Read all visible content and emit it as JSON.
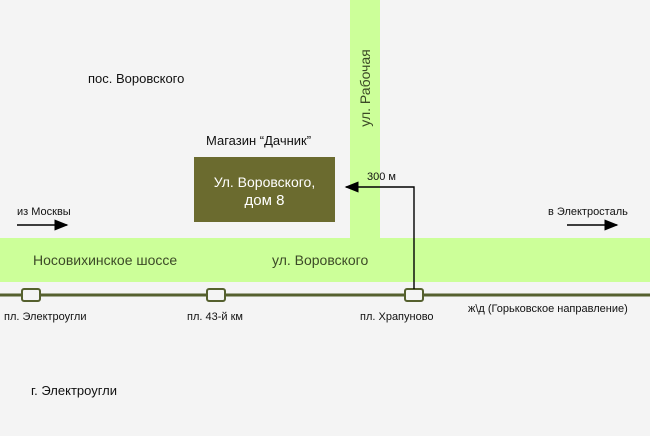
{
  "colors": {
    "background": "#f4f4f4",
    "road": "#ccff99",
    "store": "#6b6b2f",
    "railway": "#55602e"
  },
  "labels": {
    "village": "пос. Воровского",
    "town": "г. Электроугли",
    "store_title": "Магазин “Дачник”",
    "store_address_line1": "Ул. Воровского,",
    "store_address_line2": "дом 8",
    "from_moscow": "из Москвы",
    "to_elektrostal": "в Электросталь",
    "distance": "300 м"
  },
  "roads": {
    "highway": "Носовихинское шоссе",
    "vorovskogo": "ул. Воровского",
    "rabochaya": "ул. Рабочая"
  },
  "railway": {
    "name": "ж\\д (Горьковское направление)",
    "stations": [
      {
        "name": "пл. Электроугли"
      },
      {
        "name": "пл. 43-й км"
      },
      {
        "name": "пл. Храпуново"
      }
    ]
  }
}
